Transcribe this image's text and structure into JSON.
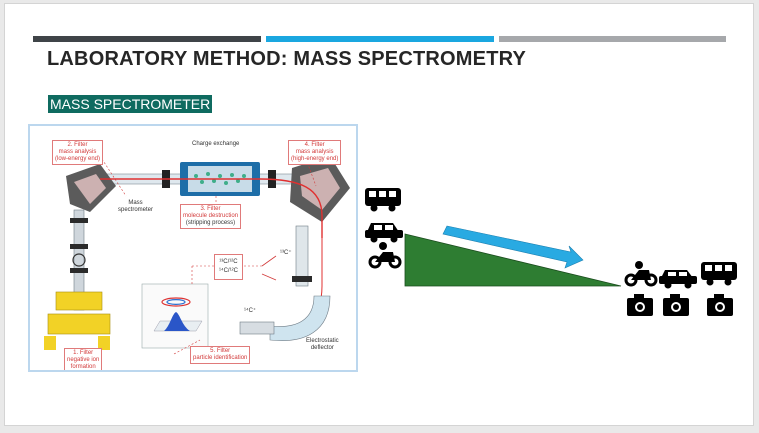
{
  "slide": {
    "title": "LABORATORY METHOD: MASS SPECTROMETRY",
    "subtitle": "MASS SPECTROMETER",
    "accent_colors": {
      "bar1": "#3f4448",
      "bar2": "#1aa7e0",
      "bar3": "#a6a8ab",
      "subtitle_bg": "#0f6b60",
      "ramp": "#2e7d32",
      "arrow": "#29aae2"
    }
  },
  "diagram": {
    "filter2": {
      "line1": "2. Filter",
      "line2": "mass analysis",
      "line3": "(low-energy end)"
    },
    "charge_exchange": "Charge exchange",
    "filter4": {
      "line1": "4. Filter",
      "line2": "mass analysis",
      "line3": "(high-energy end)"
    },
    "mass_spec": {
      "line1": "Mass",
      "line2": "spectrometer"
    },
    "filter3": {
      "line1": "3. Filter",
      "line2": "molecule destruction",
      "line3": "(stripping process)"
    },
    "c13_label": "¹³C⁺",
    "ratio1": "¹³C/¹²C",
    "ratio2": "¹⁴C/¹²C",
    "c14_label": "¹⁴C⁺",
    "filter1": {
      "line1": "1. Filter",
      "line2": "negative ion",
      "line3": "formation"
    },
    "filter5": {
      "line1": "5. Filter",
      "line2": "particle identification"
    },
    "deflector": {
      "line1": "Electrostatic",
      "line2": "deflector"
    }
  },
  "illustration": {
    "left_icons": [
      "bus-icon",
      "car-icon",
      "motorcycle-icon"
    ],
    "right_icons": [
      "motorcycle-icon",
      "car-icon",
      "bus-icon"
    ],
    "camera_icons": [
      "camera-icon",
      "camera-icon",
      "camera-icon"
    ]
  }
}
